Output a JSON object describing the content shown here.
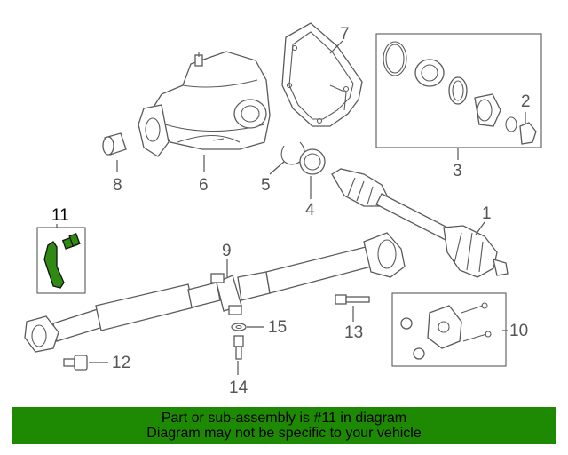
{
  "callouts": {
    "c1": "1",
    "c2": "2",
    "c3": "3",
    "c4": "4",
    "c5": "5",
    "c6": "6",
    "c7": "7",
    "c8": "8",
    "c9": "9",
    "c10": "10",
    "c11": "11",
    "c12": "12",
    "c13": "13",
    "c14": "14",
    "c15": "15"
  },
  "highlight_color": "#2f8a13",
  "banner": {
    "line1": "Part or sub-assembly is #11 in diagram",
    "line2": "Diagram may not be specific to your vehicle",
    "background": "#1e8a03"
  }
}
